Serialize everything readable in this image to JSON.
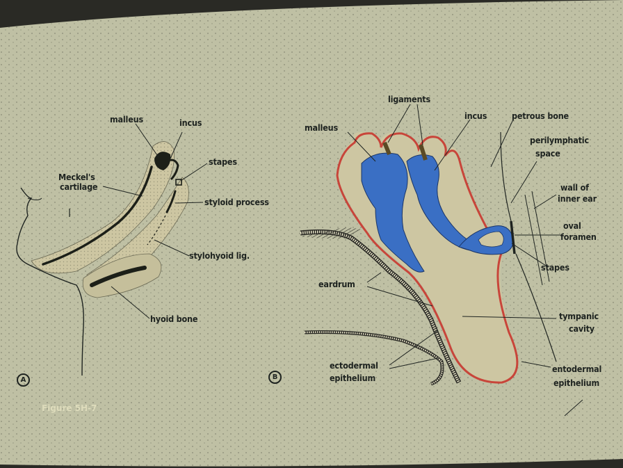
{
  "panel_a": {
    "marker": "A",
    "labels": {
      "malleus": "malleus",
      "incus": "incus",
      "stapes": "stapes",
      "meckels_1": "Meckel's",
      "meckels_2": "cartilage",
      "styloid": "styloid process",
      "stylohyoid": "stylohyoid lig.",
      "hyoid": "hyoid bone"
    }
  },
  "panel_b": {
    "marker": "B",
    "labels": {
      "ligaments": "ligaments",
      "malleus": "malleus",
      "incus": "incus",
      "petrous": "petrous bone",
      "perilymph_1": "perilymphatic",
      "perilymph_2": "space",
      "wall_1": "wall of",
      "wall_2": "inner ear",
      "oval_1": "oval",
      "oval_2": "foramen",
      "stapes": "stapes",
      "eardrum": "eardrum",
      "tympanic_1": "tympanic",
      "tympanic_2": "cavity",
      "ectodermal_1": "ectodermal",
      "ectodermal_2": "epithelium",
      "entodermal_1": "entodermal",
      "entodermal_2": "epithelium"
    }
  },
  "figure_caption": "Figure 5H-7",
  "colors": {
    "paper": "#bfc0a4",
    "bone_blue": "#3a6fc4",
    "membrane_red": "#c8453a",
    "ink": "#1e2320",
    "cavity_fill": "#cdc6a2"
  }
}
